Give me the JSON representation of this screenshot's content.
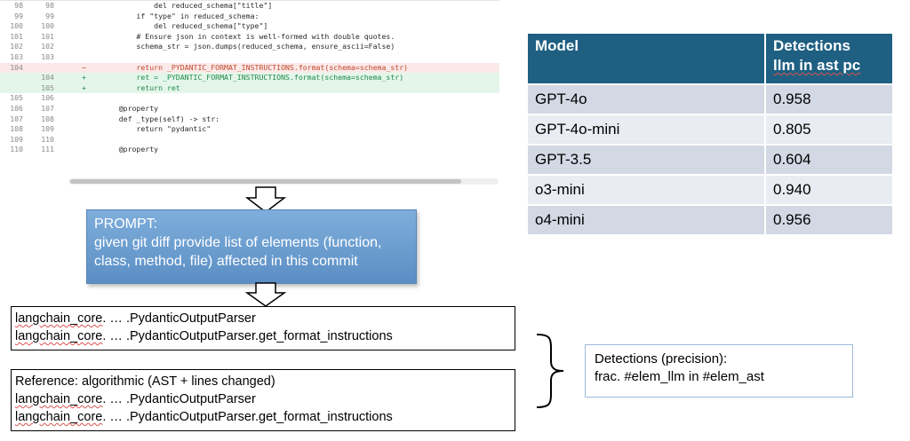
{
  "diff": {
    "rows": [
      {
        "old": "98",
        "new": "98",
        "mark": "",
        "type": "ctx",
        "code": "            del reduced_schema[\"title\"]"
      },
      {
        "old": "99",
        "new": "99",
        "mark": "",
        "type": "ctx",
        "code": "        if \"type\" in reduced_schema:"
      },
      {
        "old": "100",
        "new": "100",
        "mark": "",
        "type": "ctx",
        "code": "            del reduced_schema[\"type\"]"
      },
      {
        "old": "101",
        "new": "101",
        "mark": "",
        "type": "ctx",
        "code": "        # Ensure json in context is well-formed with double quotes."
      },
      {
        "old": "102",
        "new": "102",
        "mark": "",
        "type": "ctx",
        "code": "        schema_str = json.dumps(reduced_schema, ensure_ascii=False)"
      },
      {
        "old": "103",
        "new": "103",
        "mark": "",
        "type": "ctx",
        "code": ""
      },
      {
        "old": "104",
        "new": "",
        "mark": "−",
        "type": "del",
        "code": "        return _PYDANTIC_FORMAT_INSTRUCTIONS.format(schema=schema_str)"
      },
      {
        "old": "",
        "new": "104",
        "mark": "+",
        "type": "add",
        "code": "        ret = _PYDANTIC_FORMAT_INSTRUCTIONS.format(schema=schema_str)"
      },
      {
        "old": "",
        "new": "105",
        "mark": "+",
        "type": "add",
        "code": "        return ret"
      },
      {
        "old": "105",
        "new": "106",
        "mark": "",
        "type": "ctx",
        "code": ""
      },
      {
        "old": "106",
        "new": "107",
        "mark": "",
        "type": "ctx",
        "code": "    @property"
      },
      {
        "old": "107",
        "new": "108",
        "mark": "",
        "type": "ctx",
        "code": "    def _type(self) -> str:"
      },
      {
        "old": "108",
        "new": "109",
        "mark": "",
        "type": "ctx",
        "code": "        return \"pydantic\""
      },
      {
        "old": "109",
        "new": "110",
        "mark": "",
        "type": "ctx",
        "code": ""
      },
      {
        "old": "110",
        "new": "111",
        "mark": "",
        "type": "ctx",
        "code": "    @property"
      }
    ]
  },
  "prompt": {
    "title": "PROMPT:",
    "body": "given git diff provide list of elements (function, class, method, file) affected in this commit"
  },
  "llm_output": {
    "lines": [
      [
        "langchain_core",
        ". … .PydanticOutputParser"
      ],
      [
        "langchain_core",
        ". … .PydanticOutputParser.get_format_instructions"
      ]
    ]
  },
  "reference": {
    "heading": "Reference: algorithmic (AST + lines changed)",
    "lines": [
      [
        "langchain_core",
        ". … .PydanticOutputParser"
      ],
      [
        "langchain_core",
        ". … .PydanticOutputParser.get_format_instructions"
      ]
    ]
  },
  "detections": {
    "line1": "Detections (precision):",
    "line2": "frac. #elem_llm in #elem_ast"
  },
  "table": {
    "headers": [
      "Model",
      "Detections",
      "llm in ast pc"
    ],
    "rows": [
      {
        "model": "GPT-4o",
        "value": "0.958"
      },
      {
        "model": "GPT-4o-mini",
        "value": "0.805"
      },
      {
        "model": "GPT-3.5",
        "value": "0.604"
      },
      {
        "model": "o3-mini",
        "value": "0.940"
      },
      {
        "model": "o4-mini",
        "value": "0.956"
      }
    ]
  },
  "colors": {
    "table_header": "#1f5f82",
    "prompt_fill": "#6d9fd1",
    "diff_deleted": "#fbe9e7",
    "diff_added": "#e4f6ea",
    "detections_border": "#9bbbd9"
  }
}
